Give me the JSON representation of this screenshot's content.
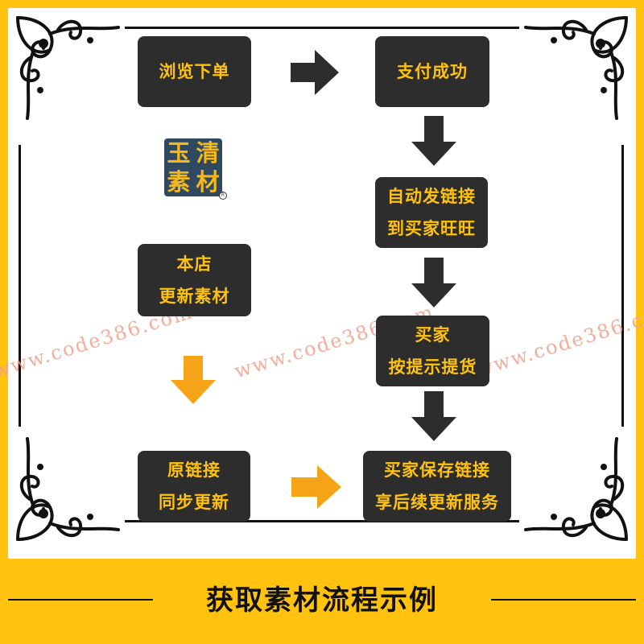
{
  "colors": {
    "background": "#ffc20e",
    "box": "#2d2d2d",
    "box_text": "#ffc20e",
    "arrow_dark": "#2d2d2d",
    "arrow_yellow": "#f5a418",
    "watermark": "#f0a08a"
  },
  "steps": {
    "browse_order": "浏览下单",
    "pay_success": "支付成功",
    "auto_send_1": "自动发链接",
    "auto_send_2": "到买家旺旺",
    "store_update_1": "本店",
    "store_update_2": "更新素材",
    "buyer_pickup_1": "买家",
    "buyer_pickup_2": "按提示提货",
    "source_sync_1": "原链接",
    "source_sync_2": "同步更新",
    "buyer_keep_1": "买家保存链接",
    "buyer_keep_2": "享后续更新服务"
  },
  "logo": {
    "chars": [
      "玉",
      "清",
      "素",
      "材"
    ],
    "reg": "R"
  },
  "watermark": "www.code386.com",
  "footer": {
    "title": "获取素材流程示例"
  }
}
